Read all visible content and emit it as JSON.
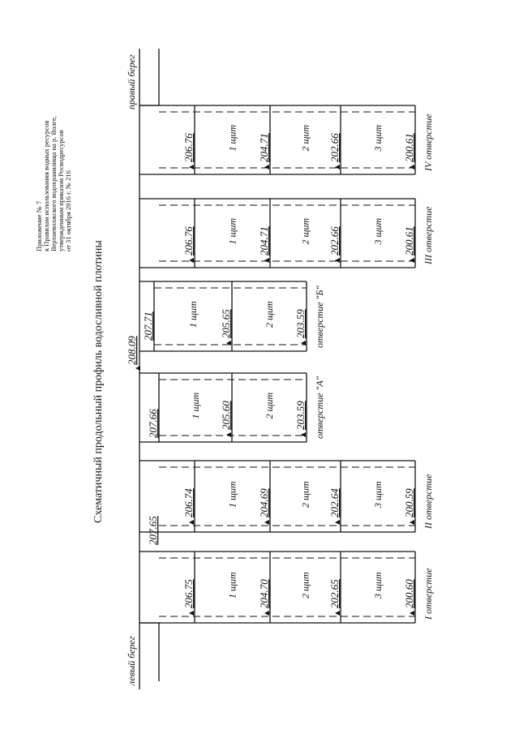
{
  "header": {
    "lines": [
      "Приложение № 7",
      "к Правилам использования водных ресурсов",
      "Верхневолжского водохранилища на р. Волге,",
      "утвержденным приказом Росводресурсов",
      "от 31 октября 2016 г. № 216"
    ]
  },
  "title": "Схематичный продольный профиль водосливной плотины",
  "banks": {
    "left": "левый берег",
    "right": "правый берег"
  },
  "top_elevation": "208.09",
  "openings": [
    {
      "label": "I отверстие",
      "top": "207.65",
      "shields": [
        "1 щит",
        "2 щит",
        "3 щит"
      ],
      "elevations": [
        "206.75",
        "204.70",
        "202.65",
        "200.60"
      ]
    },
    {
      "label": "II отверстие",
      "shields": [
        "1 щит",
        "2 щит",
        "3 щит"
      ],
      "elevations": [
        "206.74",
        "204.69",
        "202.64",
        "200.59"
      ]
    },
    {
      "label": "отверстие \"А\"",
      "top": "207.66",
      "shields": [
        "1 щит",
        "2 щит"
      ],
      "elevations": [
        "205.60",
        "203.59"
      ]
    },
    {
      "label": "отверстие \"Б\"",
      "top": "207.71",
      "shields": [
        "1 щит",
        "2 щит"
      ],
      "elevations": [
        "205.65",
        "203.59"
      ]
    },
    {
      "label": "III отверстие",
      "shields": [
        "1 щит",
        "2 щит",
        "3 щит"
      ],
      "elevations": [
        "206.76",
        "204.71",
        "202.66",
        "200.61"
      ]
    },
    {
      "label": "IV отверстие",
      "shields": [
        "1 щит",
        "2 щит",
        "3 щит"
      ],
      "elevations": [
        "206.76",
        "204.71",
        "202.66",
        "200.61"
      ]
    }
  ]
}
